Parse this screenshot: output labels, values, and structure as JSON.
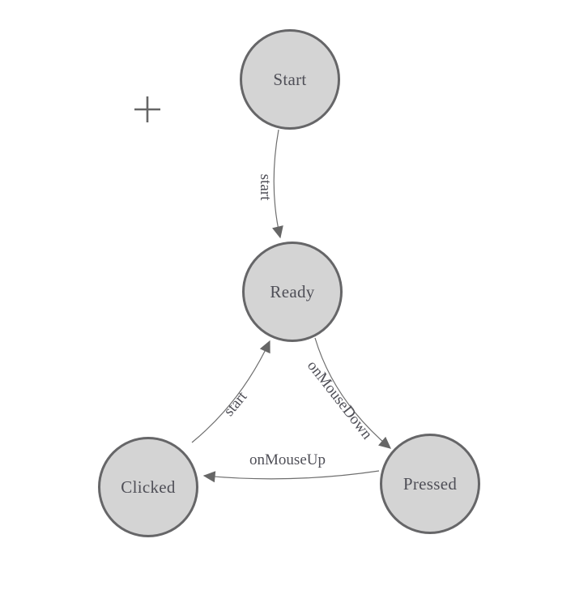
{
  "diagram": {
    "type": "state-machine",
    "background": "#ffffff",
    "colors": {
      "node_fill": "#d4d4d4",
      "node_border": "#666668",
      "edge_stroke": "#6e6e6e",
      "arrowhead_fill": "#666666",
      "label_text": "#4f4f57"
    },
    "nodes": [
      {
        "id": "start",
        "label": "Start"
      },
      {
        "id": "ready",
        "label": "Ready"
      },
      {
        "id": "clicked",
        "label": "Clicked"
      },
      {
        "id": "pressed",
        "label": "Pressed"
      }
    ],
    "edges": [
      {
        "id": "start-to-ready",
        "from": "Start",
        "to": "Ready",
        "label": "start"
      },
      {
        "id": "clicked-to-ready",
        "from": "Clicked",
        "to": "Ready",
        "label": "start"
      },
      {
        "id": "ready-to-pressed",
        "from": "Ready",
        "to": "Pressed",
        "label": "onMouseDown"
      },
      {
        "id": "pressed-to-clicked",
        "from": "Pressed",
        "to": "Clicked",
        "label": "onMouseUp"
      }
    ],
    "cursor": {
      "icon": "crosshair"
    }
  }
}
